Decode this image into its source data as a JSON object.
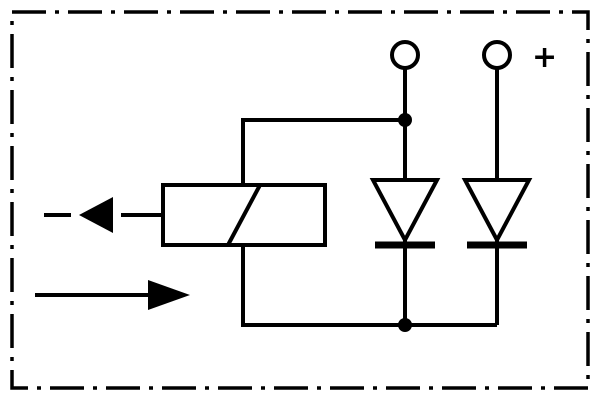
{
  "diagram": {
    "plus_label": "+",
    "colors": {
      "line": "#000000",
      "background": "#ffffff"
    },
    "components": [
      {
        "name": "dashed-boundary-border",
        "kind": "component-outline"
      },
      {
        "name": "terminal-left",
        "kind": "terminal-circle"
      },
      {
        "name": "terminal-right",
        "kind": "terminal-circle",
        "label": "+"
      },
      {
        "name": "diode-left",
        "kind": "diode"
      },
      {
        "name": "diode-right",
        "kind": "diode"
      },
      {
        "name": "relay-coil",
        "kind": "coil-box-with-diagonal"
      },
      {
        "name": "mechanical-linkage-arrow",
        "kind": "left-pointing-dashed-arrow"
      },
      {
        "name": "flow-direction-arrow",
        "kind": "right-pointing-solid-arrow"
      },
      {
        "name": "junction-dot-top",
        "kind": "connection-node"
      },
      {
        "name": "junction-dot-bottom",
        "kind": "connection-node"
      }
    ]
  }
}
